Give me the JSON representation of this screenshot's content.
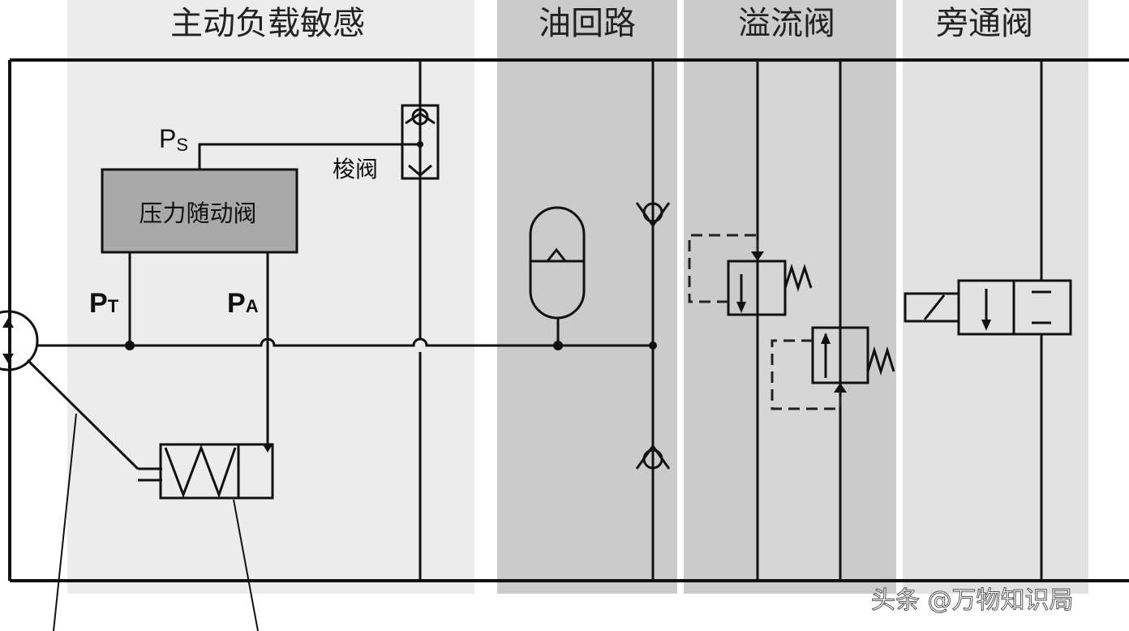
{
  "sections": {
    "active_load_sensing": "主动负载敏感",
    "oil_return": "油回路",
    "relief_valve": "溢流阀",
    "bypass_valve": "旁通阀"
  },
  "labels": {
    "ps_main": "P",
    "ps_sub": "S",
    "pt_main": "P",
    "pt_sub": "T",
    "pa_main": "P",
    "pa_sub": "A",
    "shuttle_valve": "梭阀",
    "pressure_follow_valve": "压力随动阀"
  },
  "watermark": {
    "text": "头条 @万物知识局"
  },
  "colors": {
    "band_light": "#ececec",
    "band_dark": "#cbcbcb",
    "band_mid": "#d6d6d6",
    "box_fill": "#a9a9a9",
    "line": "#111111"
  }
}
